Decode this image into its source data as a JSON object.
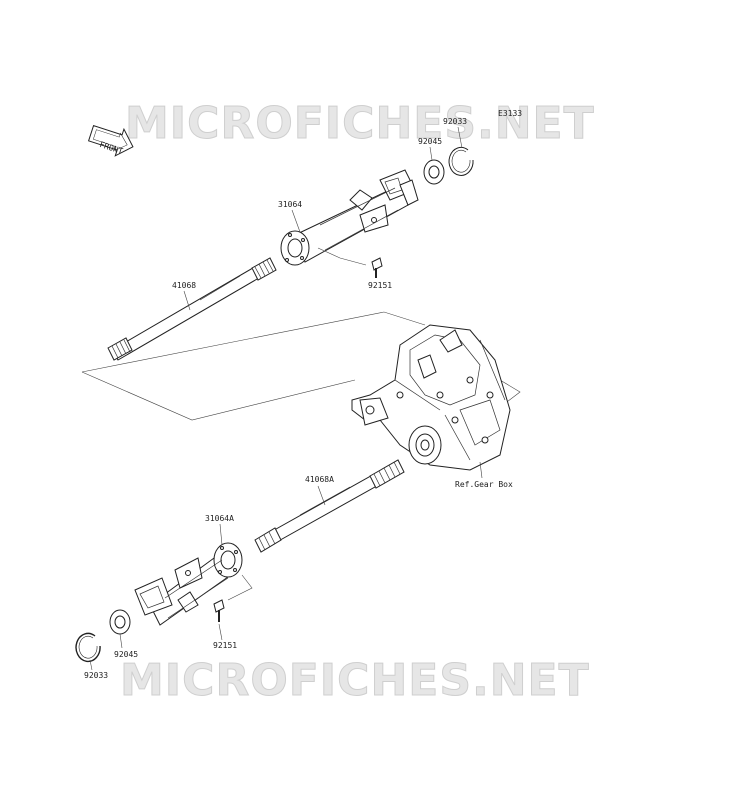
{
  "watermark": {
    "top": "MICROFICHES.NET",
    "bottom": "MICROFICHES.NET"
  },
  "figure_code": "E3133",
  "front_label": "FRONT",
  "ref_label": "Ref.Gear Box",
  "labels": {
    "ring_top": "92033",
    "bearing_top": "92045",
    "housing_top": "31064",
    "bolt_top": "92151",
    "shaft_top": "41068",
    "shaft_bottom": "41068A",
    "housing_bottom": "31064A",
    "bolt_bottom": "92151",
    "bearing_bottom": "92045",
    "ring_bottom": "92033"
  }
}
